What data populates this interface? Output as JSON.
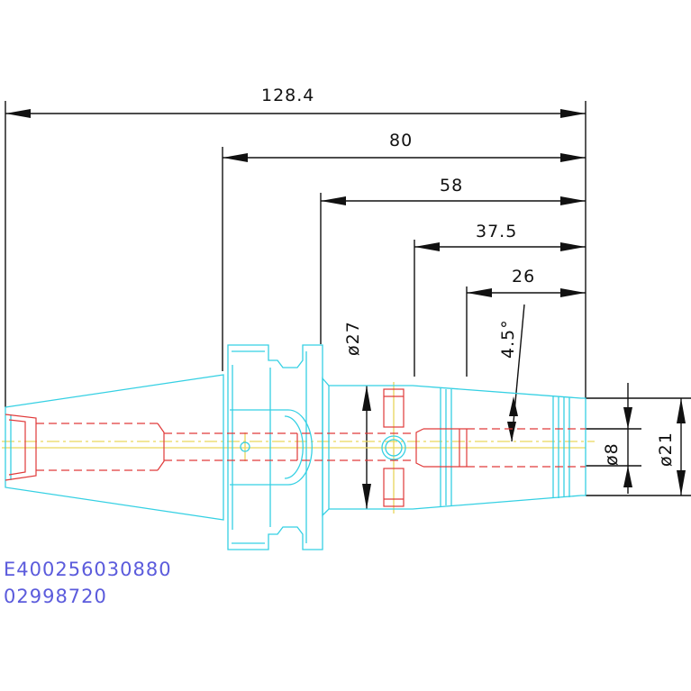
{
  "dimensions": {
    "overall_length": "128.4",
    "length_80": "80",
    "length_58": "58",
    "length_37_5": "37.5",
    "length_26": "26",
    "angle": "4.5°",
    "dia_27": "ø27",
    "dia_8": "ø8",
    "dia_21": "ø21"
  },
  "part_codes": {
    "line1": "E400256030880",
    "line2": "02998720"
  },
  "colors": {
    "outline": "#35d0e3",
    "hidden_bore": "#e03a3a",
    "centerline": "#e9d65a",
    "dimension": "#111111",
    "code_text": "#5b5bdc"
  }
}
